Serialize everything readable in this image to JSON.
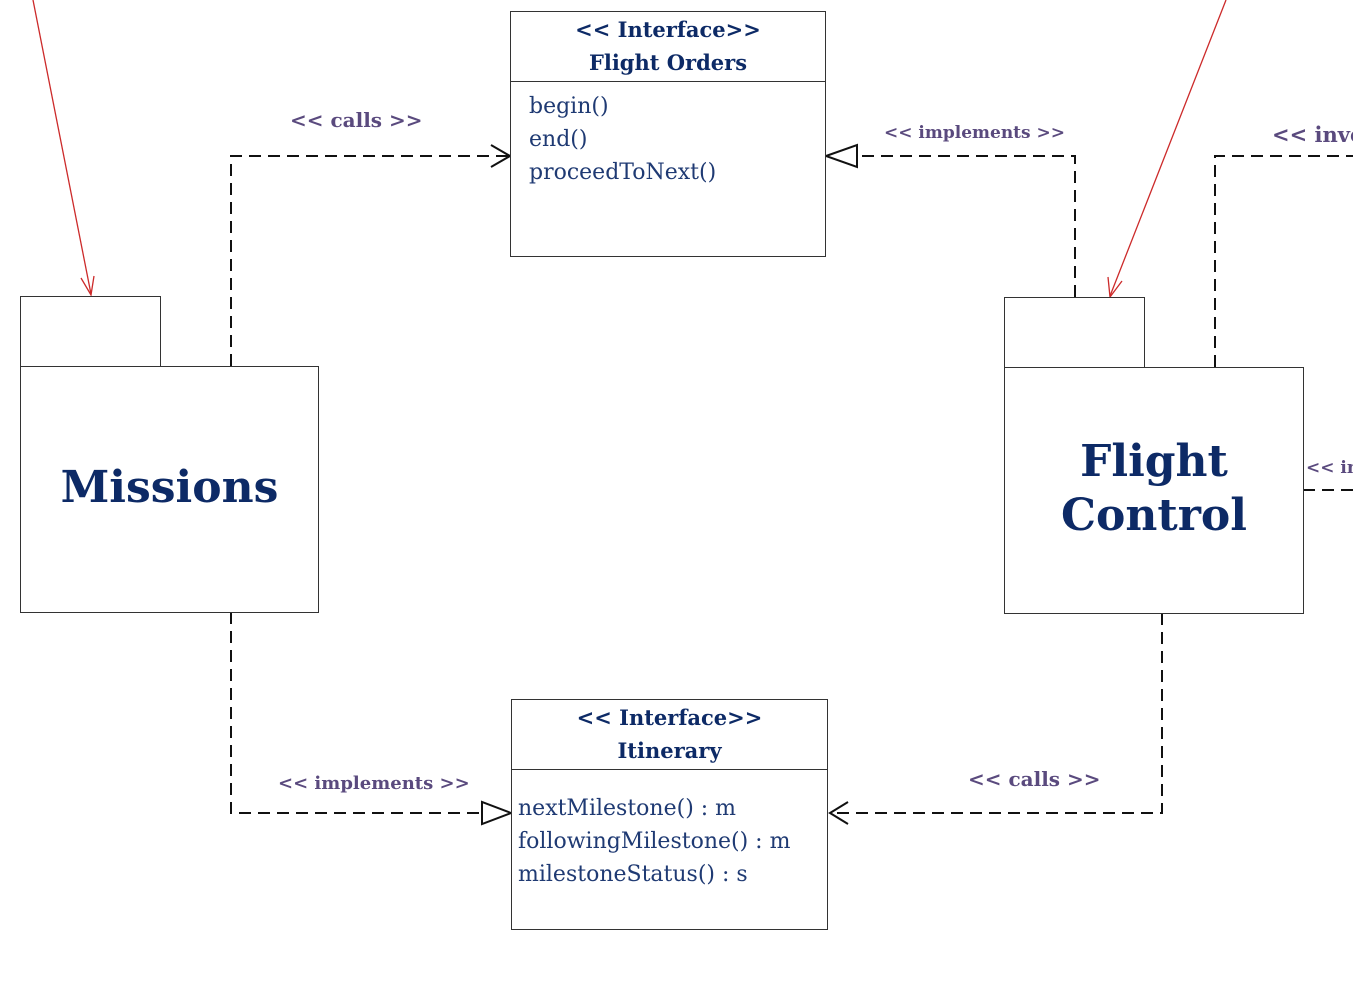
{
  "interfaces": {
    "flight_orders": {
      "stereotype": "<< Interface>>",
      "name": "Flight Orders",
      "methods": [
        "begin()",
        "end()",
        "proceedToNext()"
      ]
    },
    "itinerary": {
      "stereotype": "<< Interface>>",
      "name": "Itinerary",
      "methods": [
        "nextMilestone() : m",
        "followingMilestone() : m",
        "milestoneStatus() : s"
      ]
    }
  },
  "packages": {
    "missions": {
      "name": "Missions"
    },
    "flight_control": {
      "name_line1": "Flight",
      "name_line2": "Control"
    }
  },
  "connectors": {
    "missions_calls": "<< calls >>",
    "fc_implements_orders": "<< implements >>",
    "fc_invokes_cut": "<< invo",
    "fc_right_cut": "<< in",
    "missions_implements_itinerary": "<< implements >>",
    "fc_calls_itinerary": "<< calls >>"
  },
  "colors": {
    "text_primary": "#0d2a66",
    "label": "#5a4a7e",
    "outline": "#333333",
    "dashed_line": "#111111",
    "annotation_arrow": "#cc2a2a"
  }
}
